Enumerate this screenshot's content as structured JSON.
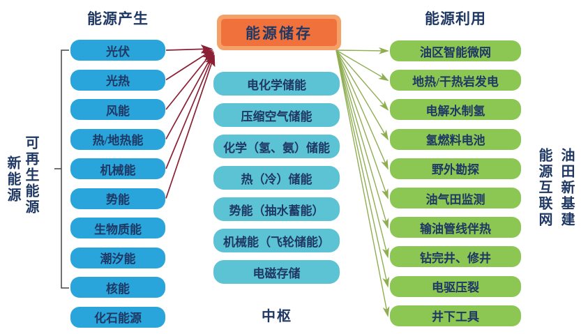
{
  "left": {
    "header": "能源产生",
    "side_labels": {
      "outer": "新能源",
      "inner": "可再生能源"
    },
    "items": [
      "光伏",
      "光热",
      "风能",
      "热/地热能",
      "机械能",
      "势能",
      "生物质能",
      "潮汐能",
      "核能",
      "化石能源"
    ]
  },
  "center": {
    "title": "能源储存",
    "items": [
      "电化学储能",
      "压缩空气储能",
      "化学（氢、氨）储能",
      "热（冷）储能",
      "势能（抽水蓄能）",
      "机械能（飞轮储能）",
      "电磁存储"
    ],
    "footer": "中枢"
  },
  "right": {
    "header": "能源利用",
    "side_labels": {
      "inner": "能源互联网",
      "outer": "油田新基建"
    },
    "items": [
      "油区智能微网",
      "地热/干热岩发电",
      "电解水制氢",
      "氢燃料电池",
      "野外勘探",
      "油气田监测",
      "输油管线伴热",
      "钻完井、修井",
      "电驱压裂",
      "井下工具"
    ]
  },
  "colors": {
    "source_box": "#29A5DC",
    "storage_box_outer": "#F5A066",
    "storage_box_inner": "#F1713C",
    "storage_type_box": "#5CC3D4",
    "application_box": "#8CC653",
    "text": "#1F3864",
    "arrow_red": "#8B2034",
    "arrow_green": "#8FAE52",
    "bracket": "#444444"
  }
}
